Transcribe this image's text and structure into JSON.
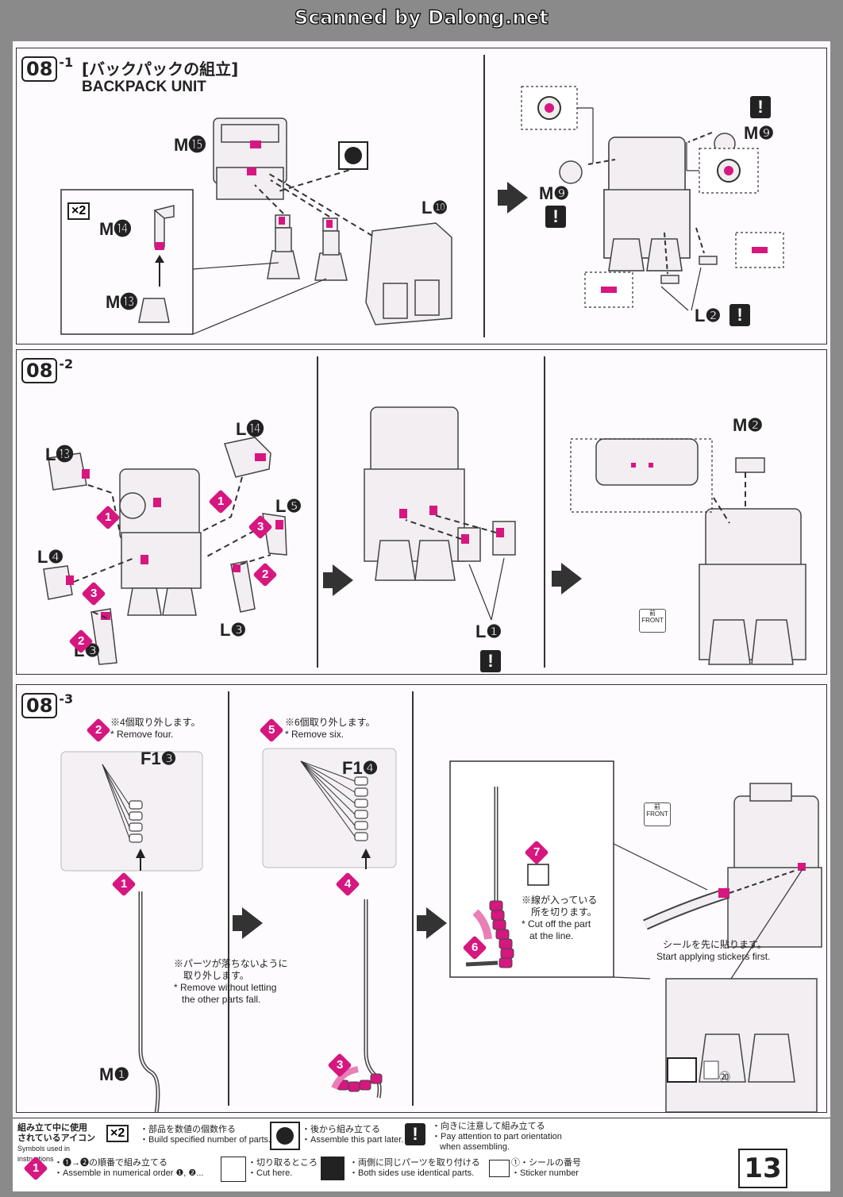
{
  "header": {
    "scan_credit": "Scanned by Dalong.net"
  },
  "step_08_1": {
    "tag": "08",
    "sub": "-1",
    "title_jp": "[バックパックの組立]",
    "title_en": "BACKPACK UNIT",
    "labels": [
      "M⓯",
      "M⓮",
      "M⓭",
      "L❿",
      "M❾",
      "M❾",
      "L❷"
    ],
    "multiplier": "×2"
  },
  "step_08_2": {
    "tag": "08",
    "sub": "-2",
    "labels": [
      "L⓮",
      "L⓭",
      "L❺",
      "L❹",
      "L❸",
      "L❸",
      "L❶",
      "M❷"
    ],
    "badges": [
      "1",
      "1",
      "3",
      "2",
      "3",
      "2"
    ],
    "front_jp": "前",
    "front_en": "FRONT"
  },
  "step_08_3": {
    "tag": "08",
    "sub": "-3",
    "note_remove4_jp": "※4個取り外します。",
    "note_remove4_en": "* Remove four.",
    "note_remove6_jp": "※6個取り外します。",
    "note_remove6_en": "* Remove six.",
    "label_f13": "F1❸",
    "label_f14": "F1❹",
    "label_m1": "M❶",
    "note_nofall_jp_1": "※パーツが落ちないように",
    "note_nofall_jp_2": "取り外します。",
    "note_nofall_en_1": "* Remove without letting",
    "note_nofall_en_2": "the other parts fall.",
    "note_cut_jp_1": "※線が入っている",
    "note_cut_jp_2": "所を切ります。",
    "note_cut_en_1": "* Cut off the part",
    "note_cut_en_2": "at the line.",
    "note_sticker_jp": "シールを先に貼ります。",
    "note_sticker_en": "Start applying stickers first.",
    "badges": [
      "2",
      "5",
      "1",
      "4",
      "7",
      "6",
      "3"
    ],
    "front_jp": "前",
    "front_en": "FRONT"
  },
  "legend": {
    "title_jp_1": "組み立て中に使用",
    "title_jp_2": "されているアイコン",
    "title_en": "Symbols used in instructions",
    "x2_icon": "×2",
    "x2_jp": "・部品を数値の個数作る",
    "x2_en": "・Build specified number of parts.",
    "later_jp": "・後から組み立てる",
    "later_en": "・Assemble this part later.",
    "caution_jp": "・向きに注意して組み立てる",
    "caution_en_1": "・Pay attention to part orientation",
    "caution_en_2": "when assembling.",
    "order_jp": "・❶→❷の順番で組み立てる",
    "order_en": "・Assemble in numerical order ❶, ❷...",
    "cut_jp": "・切り取るところ",
    "cut_en": "・Cut here.",
    "both_jp": "・両側に同じパーツを取り付ける",
    "both_en": "・Both sides use identical parts.",
    "sticker_jp": "①・シールの番号",
    "sticker_en": "・Sticker number",
    "sticker_ref": "⑳",
    "page_number": "13"
  },
  "colors": {
    "accent": "#d6177f",
    "ink": "#222222",
    "paper": "#fbf8fb",
    "border": "#8a8a8a"
  }
}
